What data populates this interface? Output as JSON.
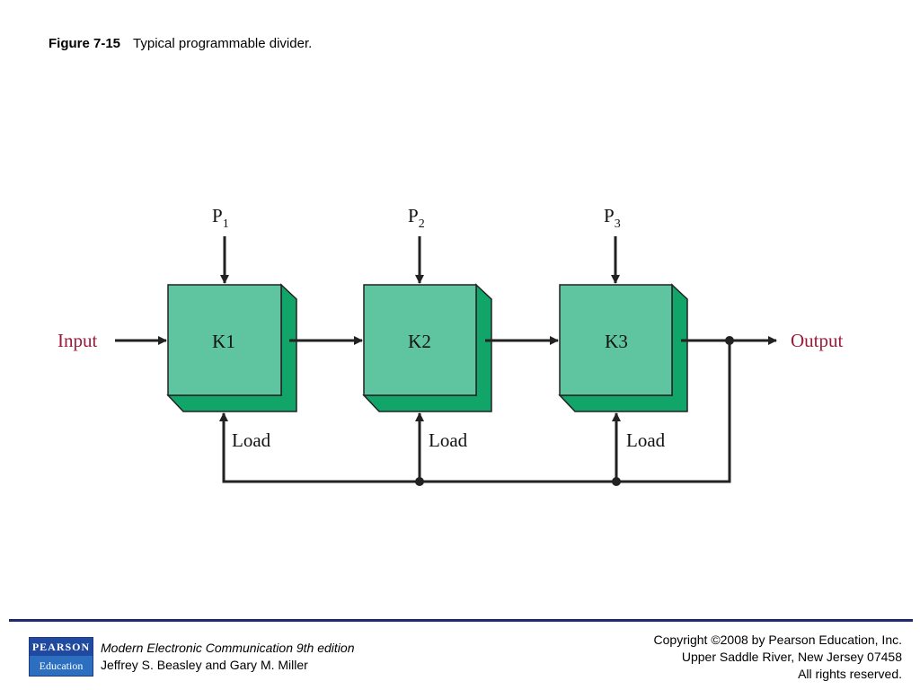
{
  "figure": {
    "number": "Figure 7-15",
    "caption": "Typical programmable divider."
  },
  "diagram": {
    "input_label": "Input",
    "output_label": "Output",
    "blocks": [
      {
        "label": "K1",
        "preset": "P",
        "preset_sub": "1",
        "load_label": "Load"
      },
      {
        "label": "K2",
        "preset": "P",
        "preset_sub": "2",
        "load_label": "Load"
      },
      {
        "label": "K3",
        "preset": "P",
        "preset_sub": "3",
        "load_label": "Load"
      }
    ],
    "colors": {
      "block_face": "#5fc4a0",
      "block_side": "#12a56a",
      "accent_text": "#9b1b3a",
      "line": "#222222"
    }
  },
  "footer": {
    "logo_top": "PEARSON",
    "logo_bottom": "Education",
    "book_title": "Modern Electronic Communication 9th edition",
    "authors": "Jeffrey S. Beasley and Gary M. Miller",
    "copyright_1": "Copyright ©2008 by Pearson Education, Inc.",
    "copyright_2": "Upper Saddle River, New Jersey 07458",
    "copyright_3": "All rights reserved."
  }
}
